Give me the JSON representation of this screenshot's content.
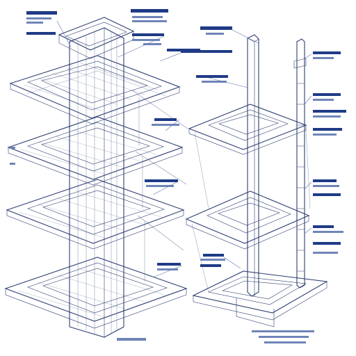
{
  "diagram": {
    "kind": "technical-illustration",
    "subject": "",
    "palette": {
      "ink": "#2d3f72",
      "ink_light": "#8ea3cf",
      "label": "#1f3b86",
      "label_sub": "#6f85b8",
      "fill_face": "#dfe6f3",
      "fill_shadow": "#9fb0d4",
      "background": "#ffffff"
    },
    "labels_legible": false,
    "left_structure": {
      "levels": 4,
      "style": "square-floor-slabs-with-central-core"
    },
    "right_structure": {
      "levels": 3,
      "style": "trays-on-vertical-column-with-measurement-rod"
    }
  }
}
